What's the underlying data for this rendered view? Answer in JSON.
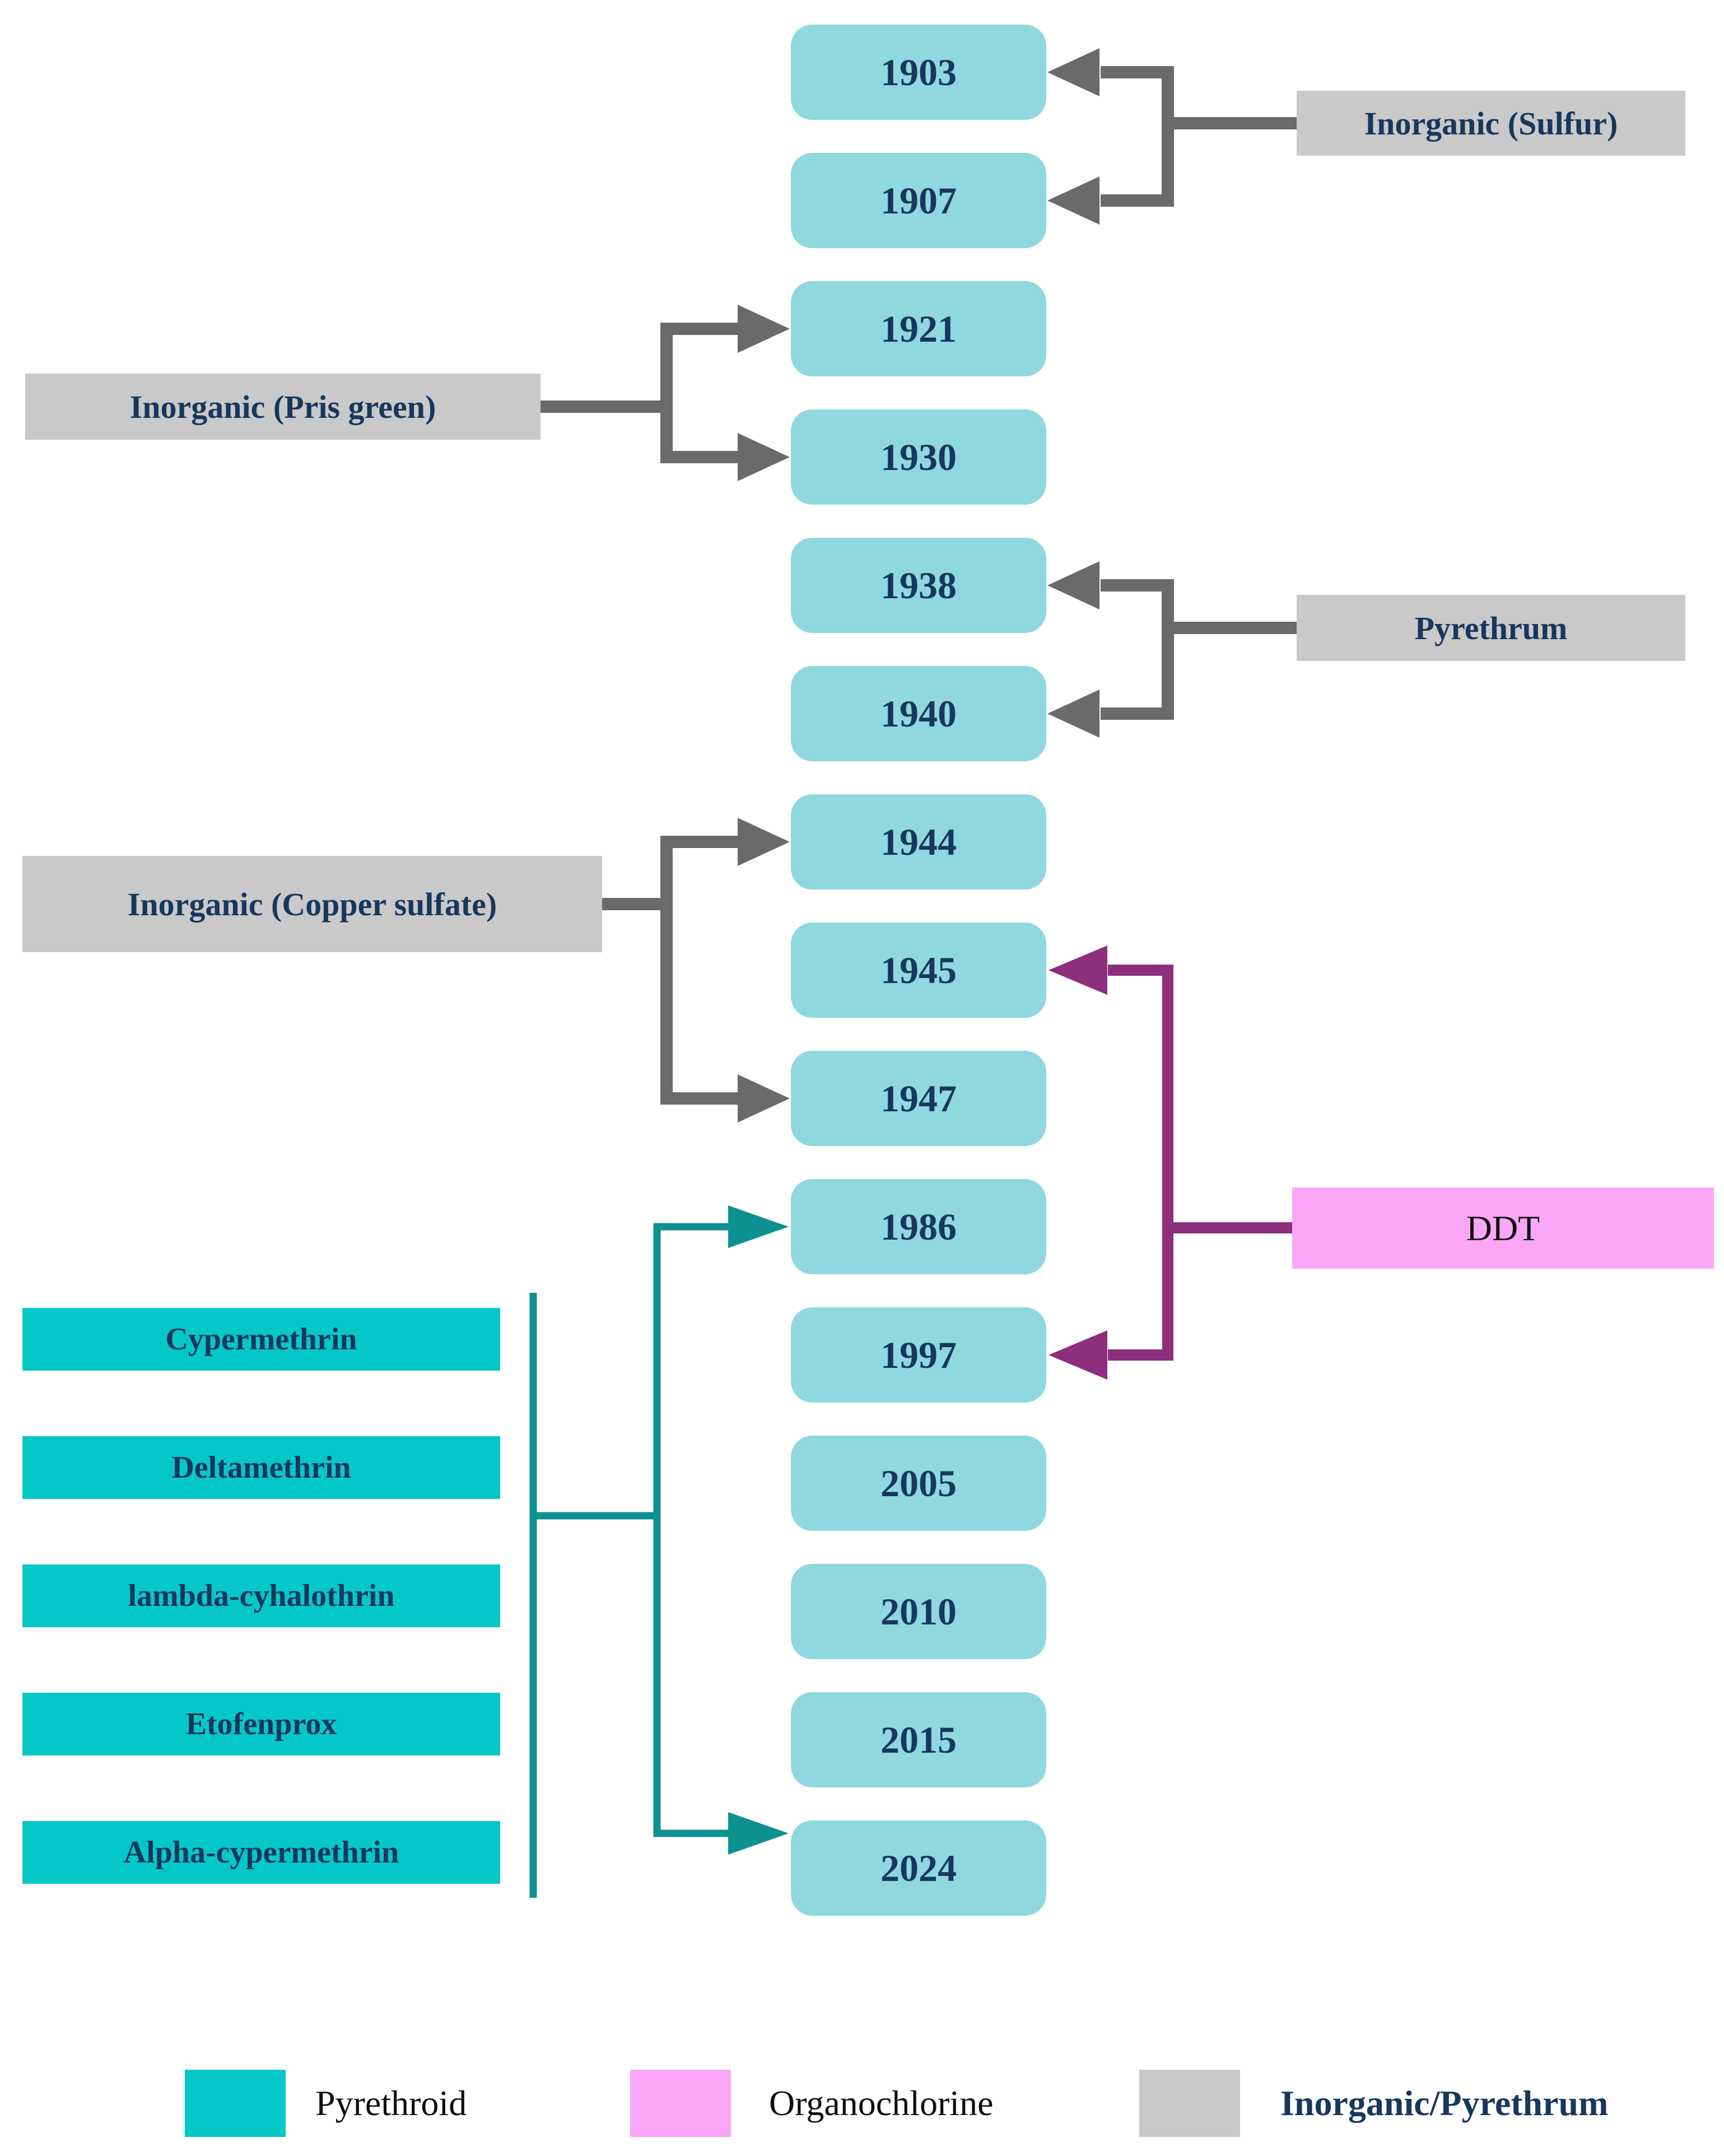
{
  "timeline": {
    "years": [
      "1903",
      "1907",
      "1921",
      "1930",
      "1938",
      "1940",
      "1944",
      "1945",
      "1947",
      "1986",
      "1997",
      "2005",
      "2010",
      "2015",
      "2024"
    ]
  },
  "category_labels": {
    "sulfur": "Inorganic (Sulfur)",
    "pris_green": "Inorganic (Pris green)",
    "pyrethrum": "Pyrethrum",
    "copper_sulfate": "Inorganic (Copper sulfate)",
    "ddt": "DDT"
  },
  "pyrethroids": [
    "Cypermethrin",
    "Deltamethrin",
    "lambda-cyhalothrin",
    "Etofenprox",
    "Alpha-cypermethrin"
  ],
  "legend": {
    "items": [
      {
        "label": "Pyrethroid",
        "color": "#04c8c8"
      },
      {
        "label": "Organochlorine",
        "color": "#fba6f6"
      },
      {
        "label": "Inorganic/Pyrethrum",
        "color": "#c9c9c9"
      }
    ]
  },
  "colors": {
    "year_box": "#8fd8dd",
    "pyrethroid_box": "#04c8c8",
    "inorganic_label_box": "#c9c9c9",
    "ddt_box": "#fba6f6",
    "gray_connector": "#6a6a6a",
    "purple_connector": "#8e2e7e",
    "teal_connector": "#0d9090",
    "text_navy": "#17375d",
    "text_black": "#0e0e0e"
  }
}
